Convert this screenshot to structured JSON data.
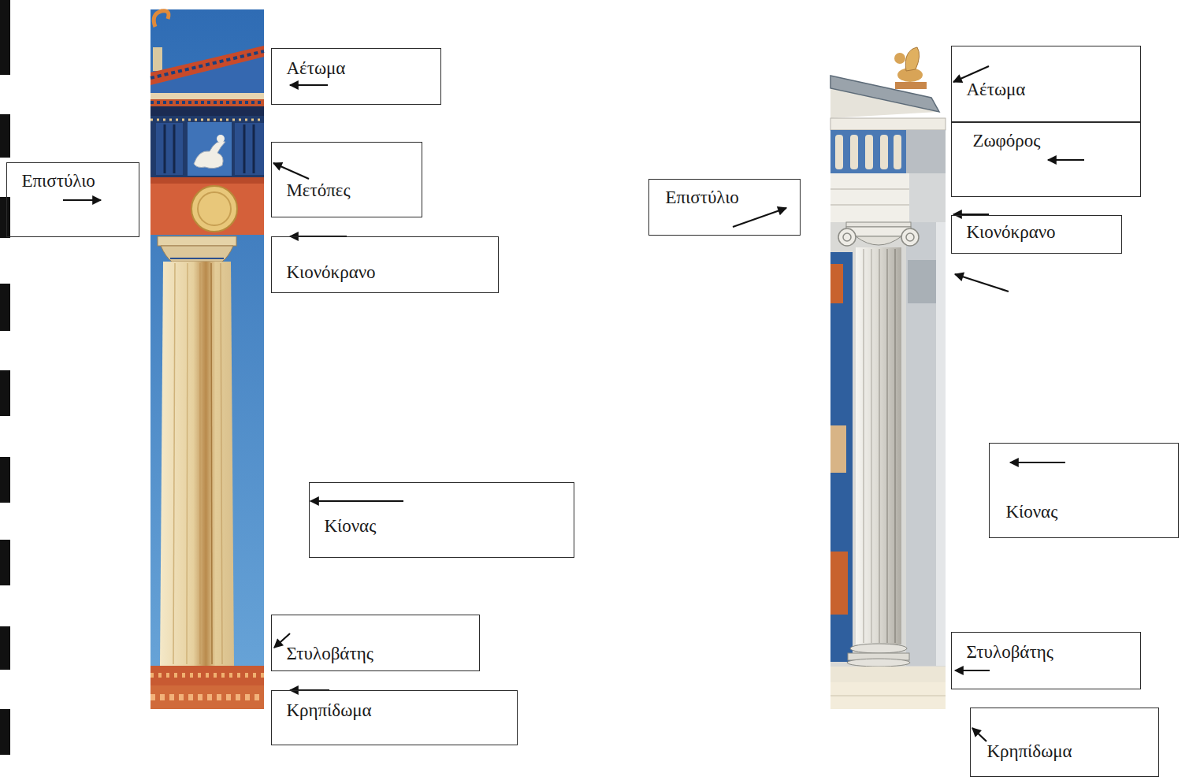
{
  "diagram": {
    "nodes": [
      {
        "text": [
          "Αέτωμα"
        ]
      },
      {
        "text": [
          "Επιστύλιο"
        ]
      },
      {
        "text": [
          "Μετόπες"
        ]
      },
      {
        "text": [
          "Κιονόκρανο"
        ]
      },
      {
        "text": [
          "Κίονας"
        ]
      },
      {
        "text": [
          "Στυλοβάτης"
        ]
      },
      {
        "text": [
          "Κρηπίδωμα"
        ]
      },
      {
        "text": [
          "Αέτωμα"
        ]
      },
      {
        "text": [
          "Ζωφόρος"
        ]
      },
      {
        "text": [
          "Επιστύλιο"
        ]
      },
      {
        "text": [
          "Κιονόκρανο"
        ]
      },
      {
        "text": [
          "Κίονας"
        ]
      },
      {
        "text": [
          "Στυλοβάτης"
        ]
      },
      {
        "text": [
          "Κρηπίδωμα"
        ]
      }
    ]
  }
}
